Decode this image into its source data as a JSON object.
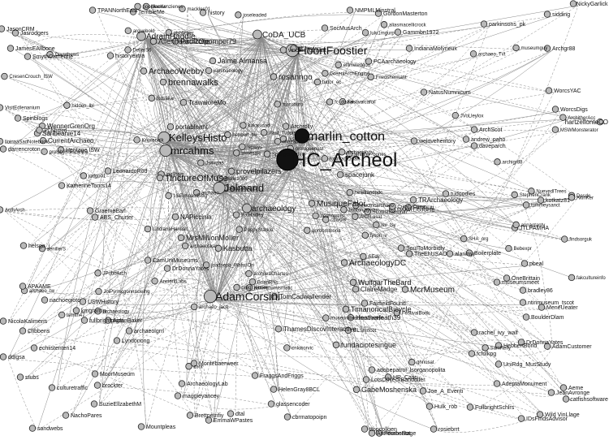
{
  "labels": [
    "TPANNorthEast",
    "TerribleMe",
    "history",
    "sidding",
    "NickyGarlick",
    "hidden_lbl",
    "JasonCRM",
    "Jasrodgers",
    "SmythCatherine",
    "NMPMLMinstral",
    "GordonMasterton",
    "parkinsons_pk",
    "JamesEAllbone",
    "lloinaaSadNotebook",
    "SocMusArch",
    "AdrainHaddle",
    "Gammbn1972",
    "AllenhaardPolle",
    "PaulzOpompei79",
    "CoDA_UCB",
    "historyextra",
    "IndianaMolyneux",
    "Archgr88",
    "archaeology",
    "MAAM.LIGJOFIE",
    "vincentTofrawn",
    "PCAarchaeology",
    "greg_jenner",
    "archaeo_Tvt",
    "historiestan",
    "Bebexpr",
    "ArchaeoWebby",
    "archifeaChartes",
    "archigr88",
    "cthvork",
    "Jaime Almansa",
    "FloortFoostier",
    "AnabelleCas",
    "bostonjaywan",
    "museumguy",
    "tudor_ec",
    "brennawalks",
    "archaeo_tw",
    "Rosakar",
    "jodgo01",
    "naturenumismatic",
    "kirkasidad",
    "Desde",
    "findsorguk",
    "rosanngo",
    "archaeoskar",
    "Ciamthews",
    "StephenCrank",
    "lsv_tsv",
    "DellerS6",
    "NatusNumnicum",
    "WorcsYAC",
    "Molle1000",
    "fyson_v",
    "senillerS",
    "TrawaloreMo",
    "JVoLleylox",
    "lulu1mgurp",
    "joadsepb_WatsuOn",
    "WorcsDigs",
    "jogilham",
    "Spinblogs",
    "AnthArch",
    "mackles01",
    "pbblleper",
    "archaeo",
    "ellimwedgoo",
    "Paul_Yuppie",
    "SamKelly",
    "NuevedlTrees",
    "ArchitherAcc",
    "GreenlArchEngine",
    "arquebold",
    "hartzellonteCO",
    "maruhuro",
    "prologuepast",
    "darrencroton",
    "WennerGrenOrg",
    "Saribeanie14",
    "CurrentArchaeo",
    "electricarchaeo",
    "JPubbArch",
    "Heritage ISW",
    "PatHadley",
    "portableant",
    "KelleysHisto",
    "mrcahms",
    "Archrolly",
    "marlin_cotton",
    "weloveheritory",
    "ArchScot",
    "andrew_paho",
    "daveparch",
    "CresenCrouch_ISW",
    "HC_Archeol",
    "BrianRNs",
    "AkinKer",
    "prolobyrnescarthe",
    "joseleaded",
    "TinctureOfMuse",
    "provelpilazers",
    "spacejunk",
    "TRArchaeology",
    "kotkatz81",
    "LeonardoRod",
    "MSWMonsterator",
    "KatherineTonrs14",
    "Jolmarid",
    "cnlokorvic",
    "tudoodles",
    "headlandpdc",
    "Jsmrjtas",
    "JTLPAMHA",
    "ScottishTenonth",
    "PCNhmed",
    "AEdy",
    "archaeology",
    "MusiqueFalor",
    "GraemeEarl",
    "ABS_Churter",
    "NAPiccinia",
    "archaeo_jacq",
    "tomesaic",
    "MrsMillionMoller",
    "SHA_org",
    "SoulToMorbidly",
    "TheEhUSAO",
    "PoppyStarkie",
    "helsga_j",
    "Knurenelk",
    "hebbert_tw",
    "Boilerplate",
    "LSEImpactBlog",
    "alanmyr",
    "CamUniMuseums",
    "DrDonnaYates",
    "Kasbutta",
    "chazaboo",
    "GLShmcot",
    "FlirtoDLitt",
    "LindianaHannah",
    "ArchaeologyDC",
    "ArchLasat",
    "AncientLabs",
    "tommeysanct",
    "pbeal",
    "OneBrittain",
    "leplays",
    "fc_dissai",
    "TomCadwallender",
    "Festivalcafoil",
    "ghnosat",
    "noodleeuw",
    "bradley86",
    "FestivalBook",
    "AdamCorsini",
    "McrMuseum",
    "WulfgarTheBard",
    "ClaireMadge",
    "museumsmeet",
    "ntinmuseum_tscot",
    "APAAME",
    "USWHistory",
    "annaotanty",
    "kmgrantin",
    "BoulderDlam",
    "nachoegioto",
    "fullbrightprgm",
    "AidanBaker",
    "FairfieldFound",
    "TimanoricalBicycle",
    "Heatherfeath39",
    "MeneUeater",
    "rachel_ivy_walf",
    "NicolaKalimeris",
    "Clibbens",
    "archaeolgrrl",
    "ThamesDiscovInteractive",
    "Lyndonong",
    "DrDonnaYates",
    "HebbertBond",
    "fcfolkpg",
    "zsor",
    "lsmith47",
    "fundaciotesingue",
    "echiistenten14",
    "VisitEdIenanium",
    "CuraDrCurre",
    "Friedsheimant",
    "UniRdg_MusStudy",
    "AdamCustomer",
    "fakcultureinfo",
    "ddigsa",
    "AdeptaMonument",
    "Aeme",
    "stubs",
    "MoorMuseum",
    "Montebaerweer",
    "adobepatrol_lsorganopolita",
    "HR_Cass",
    "culturetraffic",
    "brockter",
    "museumbestmastnadem",
    "GabeMoshenska",
    "JeanAvronge",
    "Joe_A_Eventi",
    "catfishsoftware",
    "aliasmaceIlicrock",
    "ArchaeologyLab",
    "FraggsAndFriggs",
    "HelenGray8BCL",
    "LotsOfNeckBandolfer",
    "SuzieEllzabethM",
    "maggieyancey",
    "ttopcollgen",
    "jennifer_bones",
    "Hulk_rob",
    "FullbrightSchlrs",
    "rleshowers",
    "MacKenzienes",
    "JoiPyrmcgonnaclelng",
    "Wild VinLlage",
    "gordommoria",
    "Brettpetrifiy",
    "EmmaWPastes",
    "dtal",
    "glassencoder",
    "IDsFindsAdvisor",
    "el_dwylers",
    "cbrmatopoipn",
    "sandwebs",
    "NachoPares",
    "Mountpleas",
    "rosiebrrt",
    "PembsBot",
    "Armourheritage",
    "folkmagicman",
    "SpringerAnthro",
    "archaeology",
    "irarchaeology"
  ]
}
